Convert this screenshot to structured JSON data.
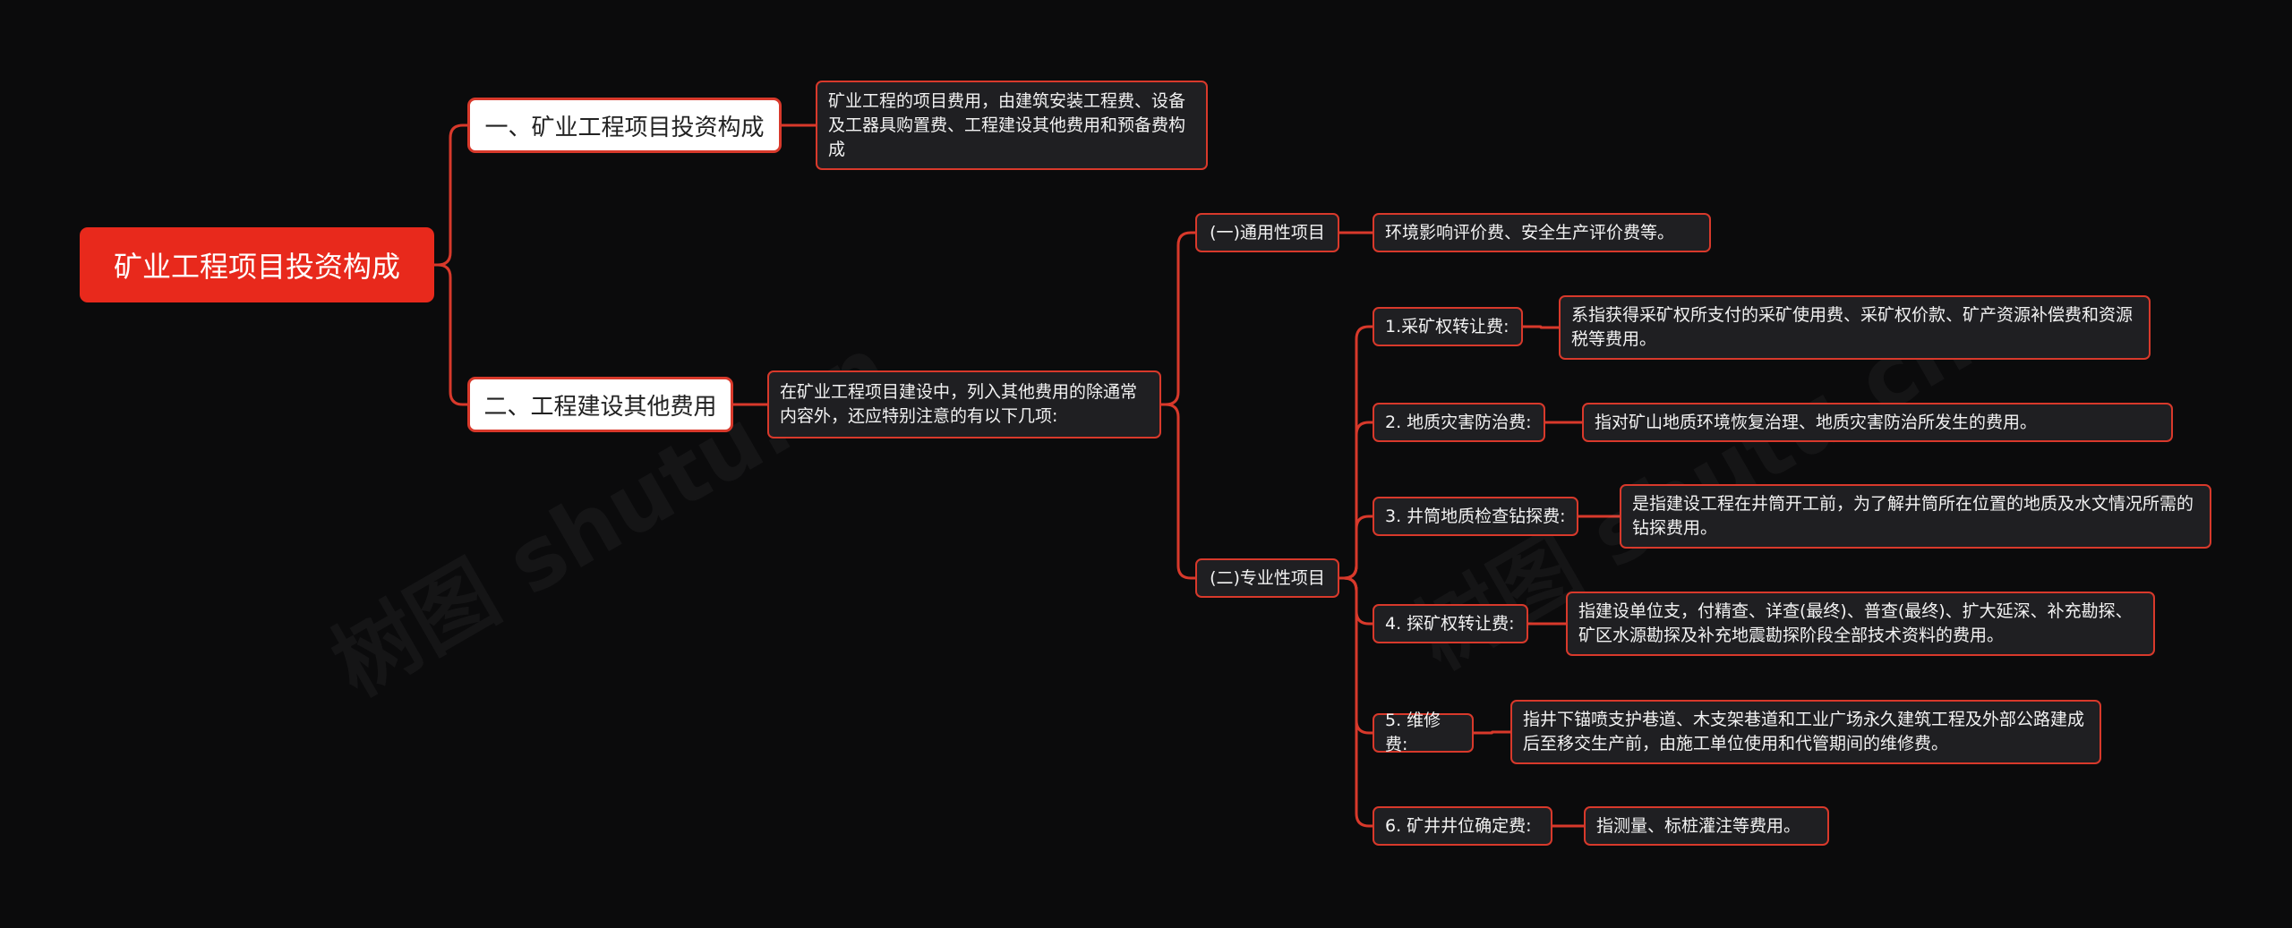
{
  "watermark": "树图 shutu.cn",
  "colors": {
    "background": "#0b0b0c",
    "accent": "#e8291c",
    "line": "#d8392b"
  },
  "root": {
    "label": "矿业工程项目投资构成"
  },
  "branch1": {
    "label": "一、矿业工程项目投资构成",
    "desc": "矿业工程的项目费用，由建筑安装工程费、设备及工器具购置费、工程建设其他费用和预备费构成"
  },
  "branch2": {
    "label": "二、工程建设其他费用",
    "desc": "在矿业工程项目建设中，列入其他费用的除通常内容外，还应特别注意的有以下几项:",
    "general": {
      "label": "(一)通用性项目",
      "desc": "环境影响评价费、安全生产评价费等。"
    },
    "special": {
      "label": "(二)专业性项目",
      "items": [
        {
          "label": "1.采矿权转让费:",
          "desc": "系指获得采矿权所支付的采矿使用费、采矿权价款、矿产资源补偿费和资源税等费用。"
        },
        {
          "label": "2. 地质灾害防治费:",
          "desc": "指对矿山地质环境恢复治理、地质灾害防治所发生的费用。"
        },
        {
          "label": "3. 井筒地质检查钻探费:",
          "desc": "是指建设工程在井筒开工前，为了解井筒所在位置的地质及水文情况所需的钻探费用。"
        },
        {
          "label": "4. 探矿权转让费:",
          "desc": "指建设单位支，付精查、详查(最终)、普查(最终)、扩大延深、补充勘探、矿区水源勘探及补充地震勘探阶段全部技术资料的费用。"
        },
        {
          "label": "5. 维修费:",
          "desc": "指井下锚喷支护巷道、木支架巷道和工业广场永久建筑工程及外部公路建成后至移交生产前，由施工单位使用和代管期间的维修费。"
        },
        {
          "label": "6. 矿井井位确定费:",
          "desc": "指测量、标桩灌注等费用。"
        }
      ]
    }
  }
}
